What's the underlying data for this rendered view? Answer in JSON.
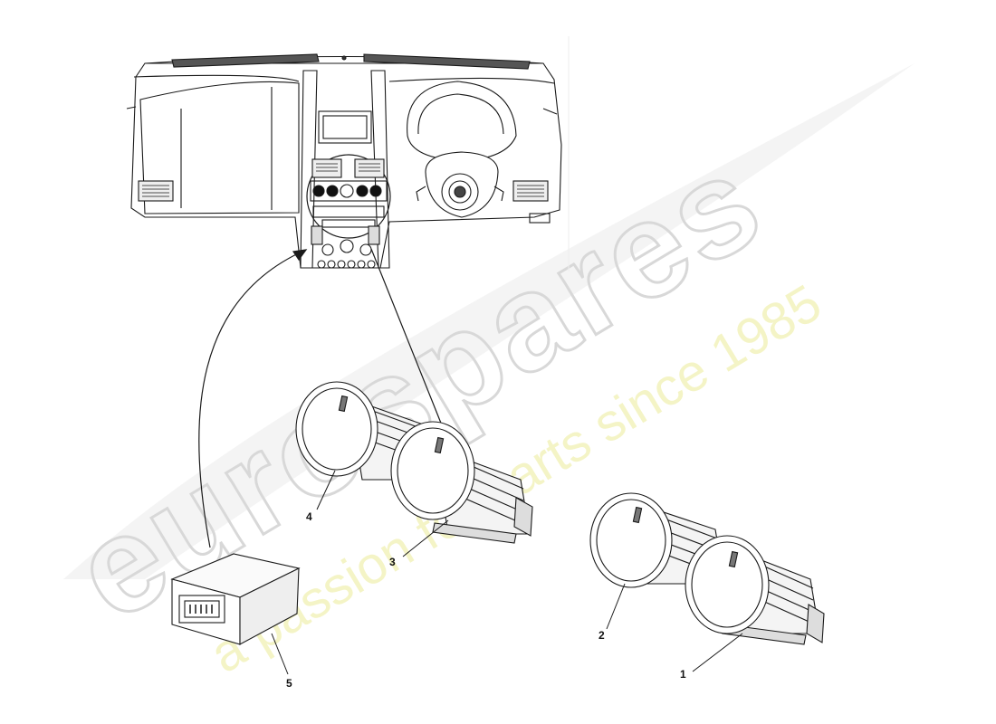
{
  "watermark": {
    "brand": "eurospares",
    "tagline": "a passion for parts since 1985",
    "brand_color": "#d0d0d0",
    "tagline_color": "#efefa8"
  },
  "callouts": [
    {
      "number": "1",
      "part": "switch-pair-right-outer"
    },
    {
      "number": "2",
      "part": "switch-pair-right-inner"
    },
    {
      "number": "3",
      "part": "switch-pair-left-front"
    },
    {
      "number": "4",
      "part": "switch-pair-left-rear"
    },
    {
      "number": "5",
      "part": "control-module"
    }
  ],
  "colors": {
    "line": "#1a1a1a",
    "fill": "#ffffff",
    "shade": "#e9e9e9"
  }
}
